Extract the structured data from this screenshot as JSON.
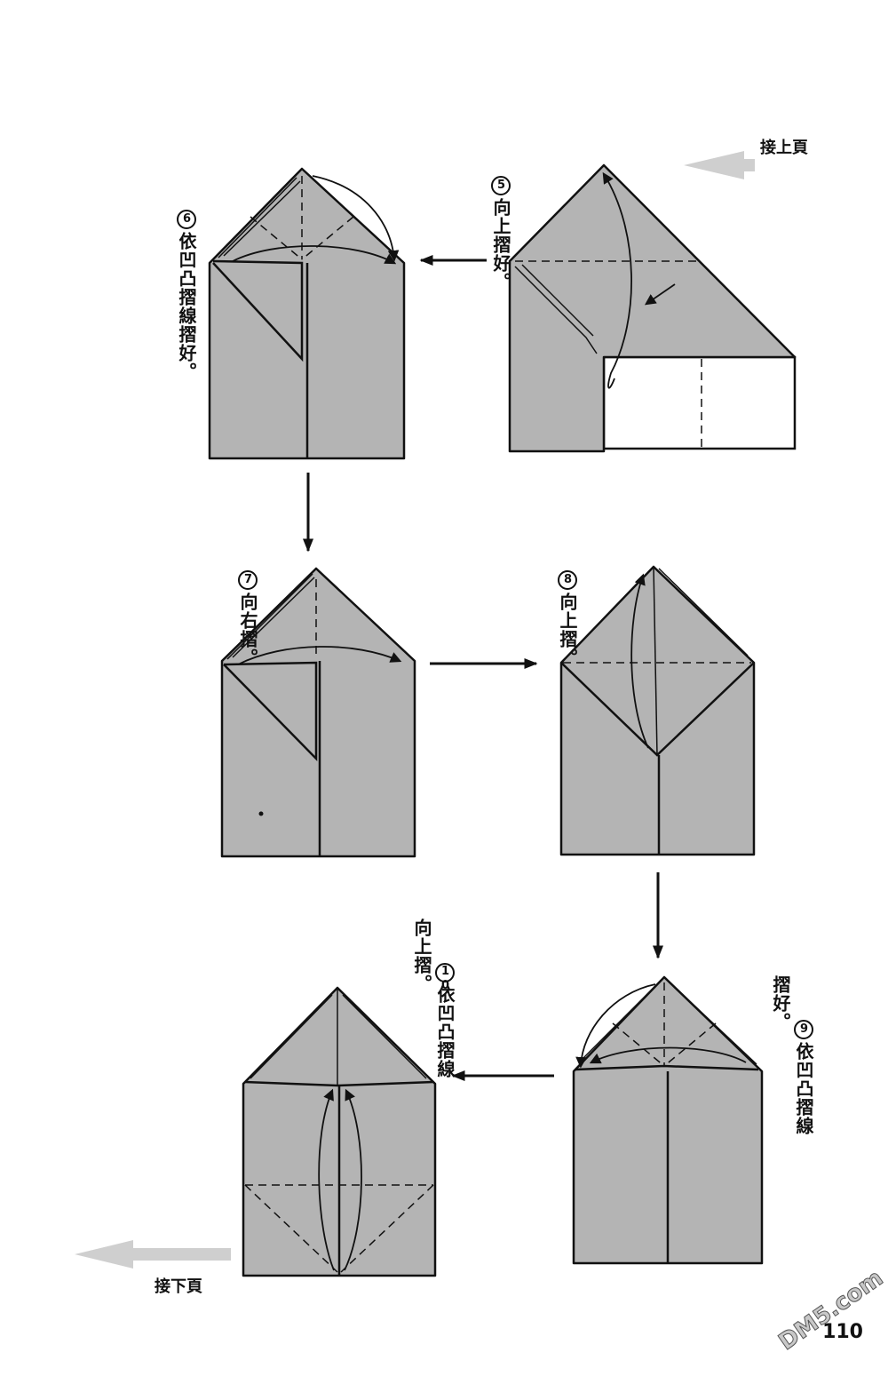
{
  "page": {
    "continue_from_label": "接上頁",
    "continue_to_label": "接下頁",
    "page_number": "110",
    "watermark": "DM5.com"
  },
  "steps": [
    {
      "number": "5",
      "text": "向上摺好。"
    },
    {
      "number": "6",
      "text": "依凹凸摺線摺好。"
    },
    {
      "number": "7",
      "text": "向右摺。"
    },
    {
      "number": "8",
      "text": "向上摺。"
    },
    {
      "number": "9",
      "text": "依凹凸摺線\n摺好。"
    },
    {
      "number": "10",
      "text": "依凹凸摺線\n向上摺。"
    }
  ],
  "colors": {
    "paper": "#b4b4b4",
    "outline": "#111111",
    "nav_arrow": "#cfcfcf"
  }
}
